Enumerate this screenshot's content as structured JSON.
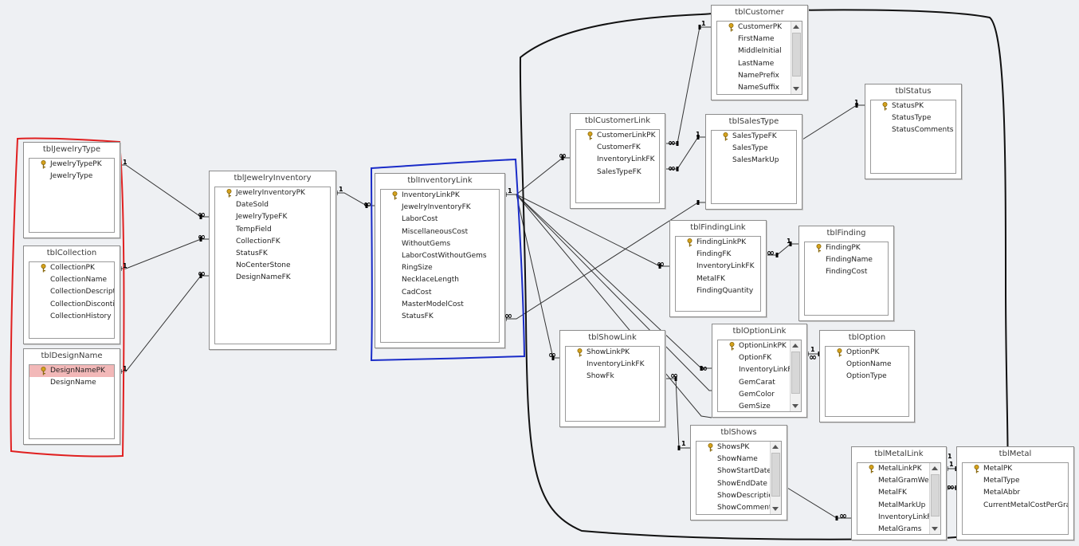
{
  "tables": {
    "jewelry_type": {
      "title": "tblJewelryType",
      "fields": [
        "JewelryTypePK",
        "JewelryType"
      ]
    },
    "collection": {
      "title": "tblCollection",
      "fields": [
        "CollectionPK",
        "CollectionName",
        "CollectionDescripti",
        "CollectionDisconti",
        "CollectionHistory"
      ]
    },
    "design_name": {
      "title": "tblDesignName",
      "fields": [
        "DesignNamePK",
        "DesignName"
      ]
    },
    "jewelry_inventory": {
      "title": "tblJewelryInventory",
      "fields": [
        "JewelryInventoryPK",
        "DateSold",
        "JewelryTypeFK",
        "TempField",
        "CollectionFK",
        "StatusFK",
        "NoCenterStone",
        "DesignNameFK"
      ]
    },
    "inventory_link": {
      "title": "tblInventoryLink",
      "fields": [
        "InventoryLinkPK",
        "JewelryInventoryFK",
        "LaborCost",
        "MiscellaneousCost",
        "WithoutGems",
        "LaborCostWithoutGems",
        "RingSize",
        "NecklaceLength",
        "CadCost",
        "MasterModelCost",
        "StatusFK"
      ]
    },
    "customer": {
      "title": "tblCustomer",
      "fields": [
        "CustomerPK",
        "FirstName",
        "MiddleInitial",
        "LastName",
        "NamePrefix",
        "NameSuffix"
      ]
    },
    "customer_link": {
      "title": "tblCustomerLink",
      "fields": [
        "CustomerLinkPK",
        "CustomerFK",
        "InventoryLinkFK",
        "SalesTypeFK"
      ]
    },
    "sales_type": {
      "title": "tblSalesType",
      "fields": [
        "SalesTypeFK",
        "SalesType",
        "SalesMarkUp"
      ]
    },
    "status": {
      "title": "tblStatus",
      "fields": [
        "StatusPK",
        "StatusType",
        "StatusComments"
      ]
    },
    "finding_link": {
      "title": "tblFindingLink",
      "fields": [
        "FindingLinkPK",
        "FindingFK",
        "InventoryLinkFK",
        "MetalFK",
        "FindingQuantity"
      ]
    },
    "finding": {
      "title": "tblFinding",
      "fields": [
        "FindingPK",
        "FindingName",
        "FindingCost"
      ]
    },
    "show_link": {
      "title": "tblShowLink",
      "fields": [
        "ShowLinkPK",
        "InventoryLinkFK",
        "ShowFk"
      ]
    },
    "option_link": {
      "title": "tblOptionLink",
      "fields": [
        "OptionLinkPK",
        "OptionFK",
        "InventoryLinkFk",
        "GemCarat",
        "GemColor",
        "GemSize"
      ]
    },
    "option": {
      "title": "tblOption",
      "fields": [
        "OptionPK",
        "OptionName",
        "OptionType"
      ]
    },
    "shows": {
      "title": "tblShows",
      "fields": [
        "ShowsPK",
        "ShowName",
        "ShowStartDate",
        "ShowEndDate",
        "ShowDescriptic",
        "ShowComment"
      ]
    },
    "metal_link": {
      "title": "tblMetalLink",
      "fields": [
        "MetalLinkPK",
        "MetalGramWeig",
        "MetalFK",
        "MetalMarkUp",
        "InventoryLinkFk",
        "MetalGrams"
      ]
    },
    "metal": {
      "title": "tblMetal",
      "fields": [
        "MetalPK",
        "MetalType",
        "MetalAbbr",
        "CurrentMetalCostPerGram"
      ]
    }
  },
  "cardinality": {
    "one": "1",
    "many": "∞"
  },
  "colors": {
    "background": "#eef0f3",
    "red_outline": "#e02020",
    "blue_outline": "#1a2cc8",
    "black_outline": "#111111",
    "selected_field": "#f2b8b8",
    "key_icon": "#d6a21c"
  }
}
